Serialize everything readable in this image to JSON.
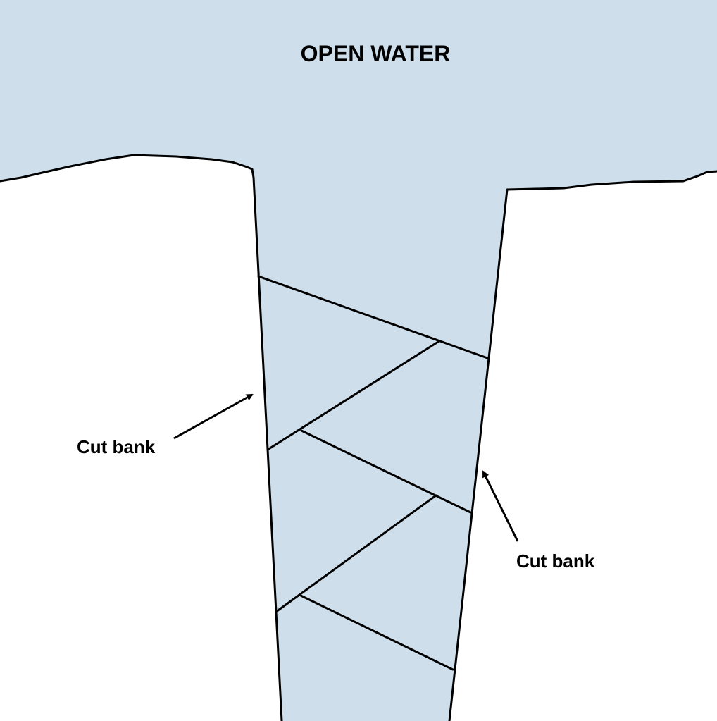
{
  "title": "OPEN WATER",
  "labels": {
    "left_cut_bank": "Cut bank",
    "right_cut_bank": "Cut bank"
  },
  "colors": {
    "water": "#cedfeb",
    "land": "#ffffff",
    "line": "#000000"
  }
}
